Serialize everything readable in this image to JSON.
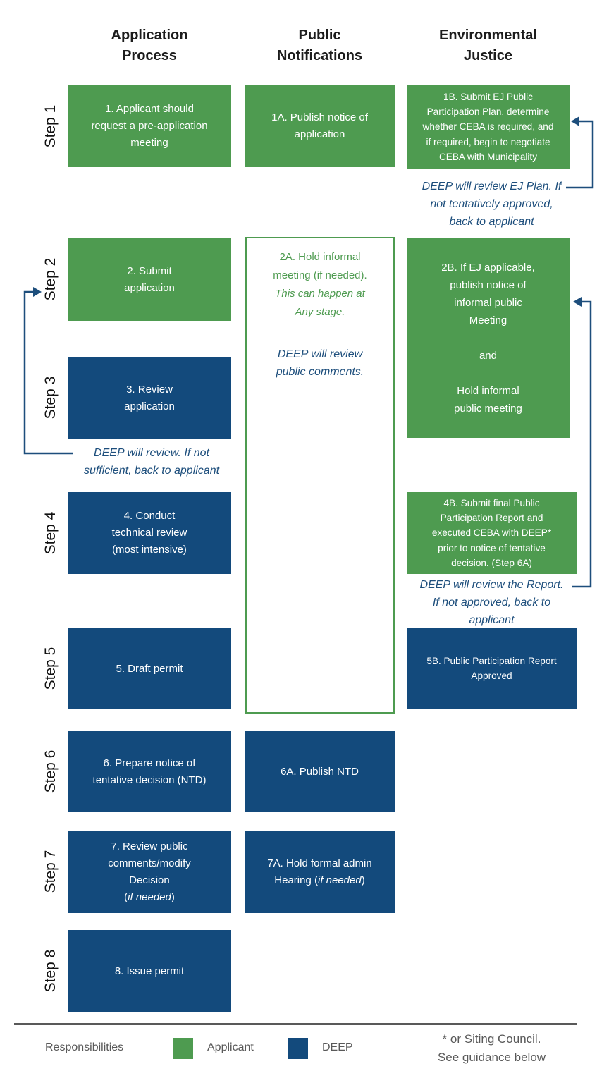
{
  "colors": {
    "applicant_green": "#4e9b50",
    "deep_blue": "#134a7c",
    "note_blue": "#1d4e7c",
    "gray_text": "#595959"
  },
  "headers": {
    "application": "Application\nProcess",
    "public": "Public\nNotifications",
    "environmental": "Environmental\nJustice"
  },
  "steps": {
    "s1": "Step 1",
    "s2": "Step 2",
    "s3": "Step 3",
    "s4": "Step 4",
    "s5": "Step 5",
    "s6": "Step 6",
    "s7": "Step 7",
    "s8": "Step 8"
  },
  "boxes": {
    "step1": "1. Applicant should\nrequest a pre-application\nmeeting",
    "step1a": "1A. Publish notice of\napplication",
    "step1b": "1B. Submit EJ Public\nParticipation Plan, determine\nwhether CEBA is required, and\nif required, begin to negotiate\nCEBA with Municipality",
    "step2": "2. Submit\napplication",
    "step2a_main": "2A. Hold informal\nmeeting (if needed).",
    "step2a_italic": "This can happen at\nAny stage.",
    "step2a_note": "DEEP will review\npublic comments.",
    "step2b": "2B. If EJ applicable,\npublish notice of\ninformal public\nMeeting\n\nand\n\nHold informal\npublic meeting",
    "step3": "3. Review\napplication",
    "step4": "4. Conduct\ntechnical review\n(most intensive)",
    "step4b": "4B. Submit final Public\nParticipation Report and\nexecuted CEBA with DEEP*\nprior to notice of tentative\ndecision. (Step 6A)",
    "step5": "5. Draft permit",
    "step5b": "5B. Public Participation Report\nApproved",
    "step6": "6. Prepare notice of\ntentative decision (NTD)",
    "step6a": "6A. Publish NTD",
    "step7_main": "7. Review public\ncomments/modify\nDecision",
    "step7_paren_open": "(",
    "step7_italic": "if needed",
    "step7_paren_close": ")",
    "step7a_line1": "7A. Hold formal admin",
    "step7a_pre": "Hearing (",
    "step7a_italic": "if needed",
    "step7a_close": ")",
    "step8": "8. Issue permit"
  },
  "notes": {
    "note1": "DEEP will review EJ Plan. If\nnot tentatively approved,\nback to applicant",
    "note3": "DEEP will review. If not\nsufficient, back to applicant",
    "note4": "DEEP will review the Report.\nIf not approved, back to\napplicant"
  },
  "legend": {
    "title": "Responsibilities",
    "applicant": "Applicant",
    "deep": "DEEP",
    "footnote": "* or Siting Council.\nSee guidance below"
  }
}
